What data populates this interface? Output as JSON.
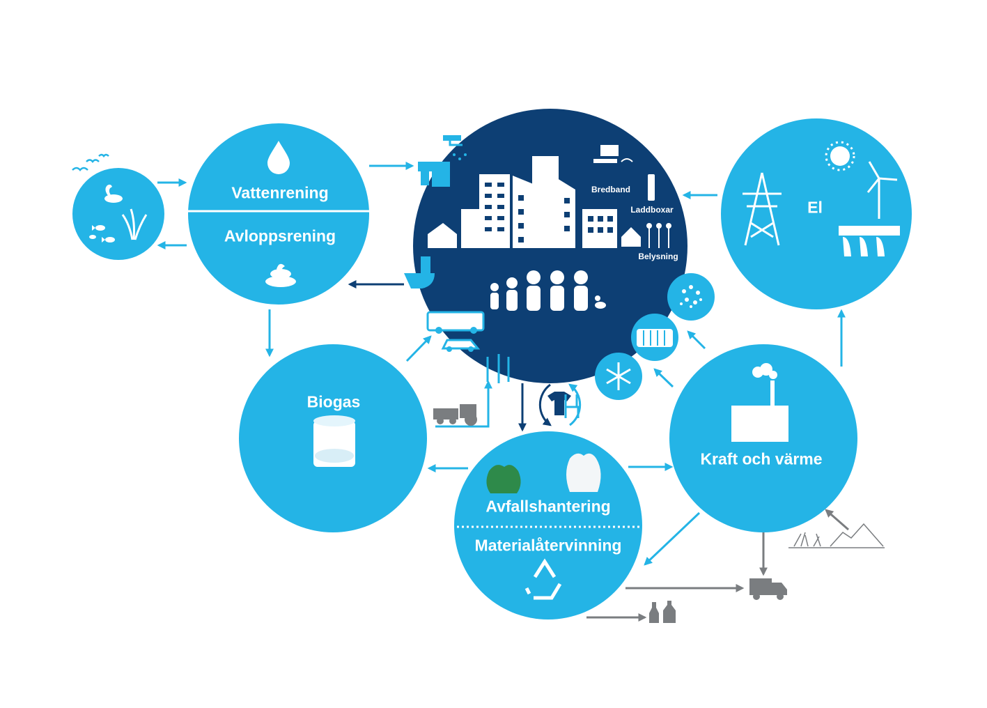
{
  "colors": {
    "light_blue": "#24b4e6",
    "dark_navy": "#0d3f74",
    "grey": "#7a7d80",
    "white": "#ffffff",
    "green_bag": "#2e8a4a"
  },
  "nodes": {
    "water": {
      "label_top": "Vattenrening",
      "label_bottom": "Avloppsrening",
      "icons": [
        "water-drop-icon",
        "sludge-icon"
      ]
    },
    "nature": {
      "icons": [
        "birds-icon",
        "swan-icon",
        "fish-icon",
        "reed-icon"
      ]
    },
    "city": {
      "labels": {
        "broadband": "Bredband",
        "chargers": "Laddboxar",
        "lighting": "Belysning"
      },
      "icons": [
        "tap-icon",
        "shower-icon",
        "toilet-icon",
        "buildings-icon",
        "house-icon",
        "computer-icon",
        "charger-icon",
        "street-lights-icon",
        "family-icon",
        "cat-icon"
      ]
    },
    "electricity": {
      "label": "El",
      "icons": [
        "sun-icon",
        "wind-turbine-icon",
        "power-pylon-icon",
        "hydropower-icon"
      ]
    },
    "biogas": {
      "label": "Biogas",
      "icons": [
        "biogas-tank-icon"
      ]
    },
    "waste": {
      "label_top": "Avfallshantering",
      "label_bottom": "Materialåtervinning",
      "icons": [
        "green-bag-icon",
        "white-bag-icon",
        "recycle-icon"
      ]
    },
    "power_heat": {
      "label": "Kraft och värme",
      "icons": [
        "chimney-plant-icon"
      ]
    },
    "small_nodes": [
      "particles-icon",
      "radiator-icon",
      "snowflake-icon"
    ],
    "outside_icons": [
      "bus-icon",
      "car-icon",
      "wheat-icon",
      "tractor-icon",
      "tshirt-icon",
      "chair-icon",
      "truck-icon",
      "bottles-icon",
      "brush-pile-icon"
    ]
  }
}
